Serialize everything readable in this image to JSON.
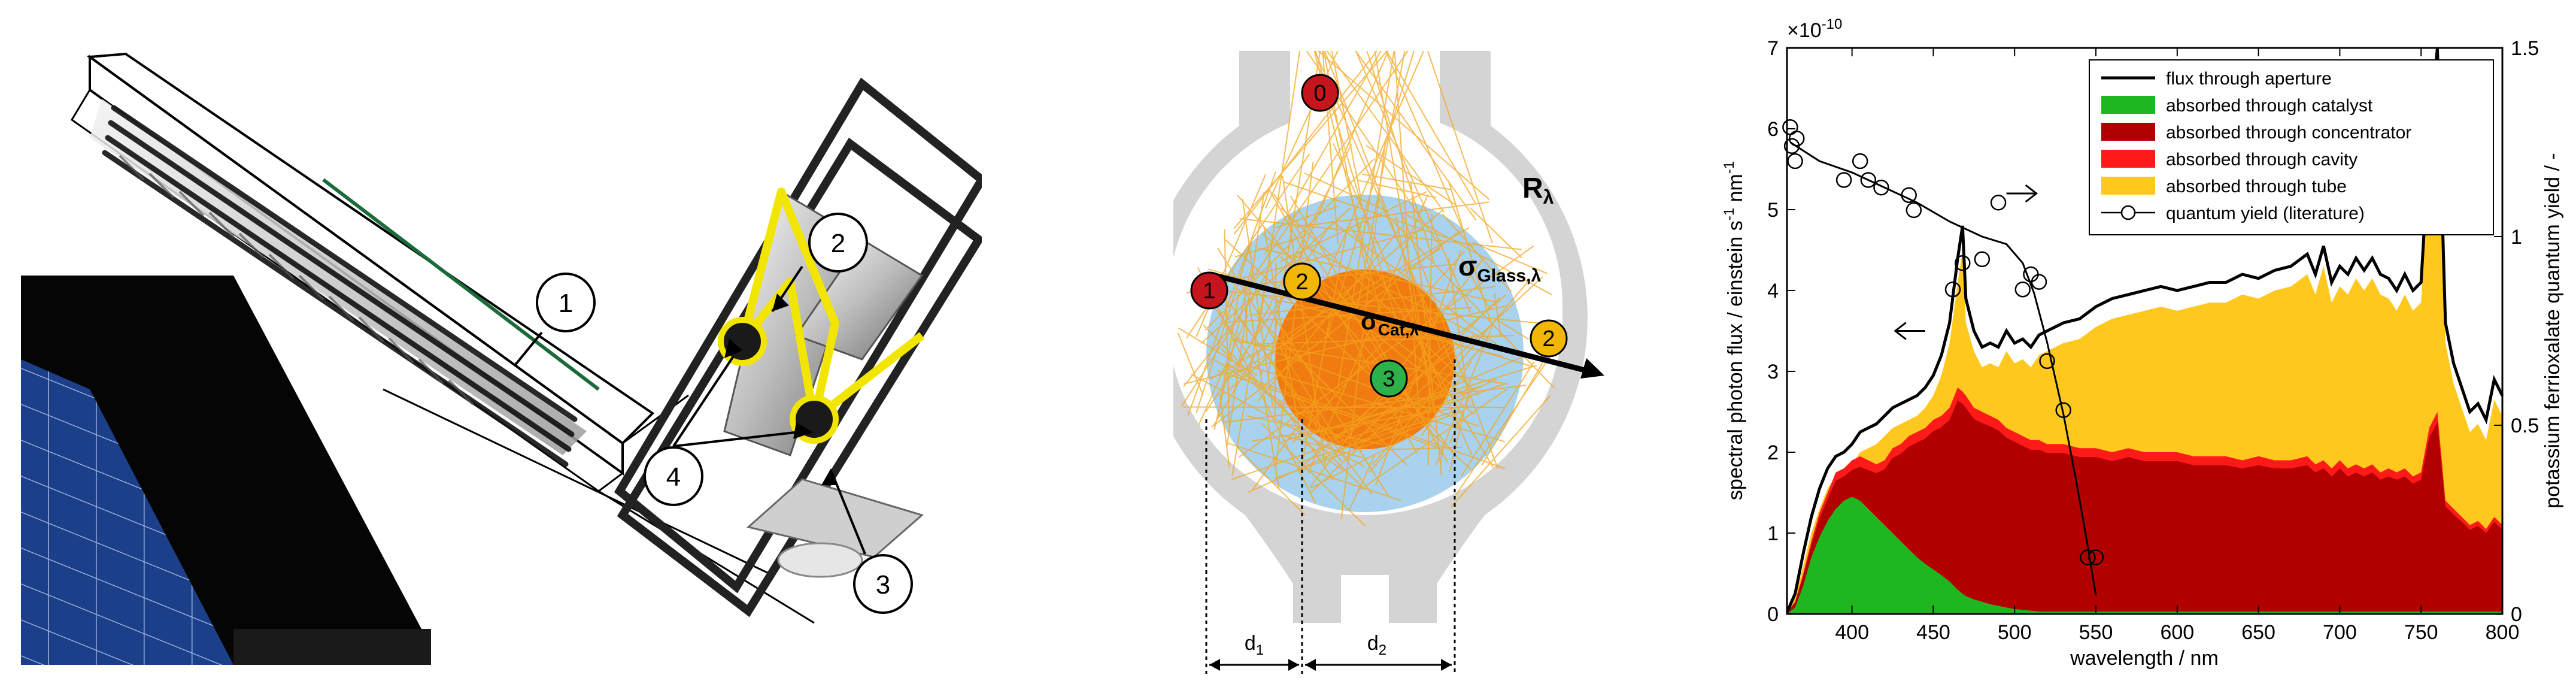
{
  "panel_a": {
    "callouts": [
      "1",
      "2",
      "3",
      "4"
    ]
  },
  "panel_b": {
    "markers": [
      {
        "label": "0",
        "color": "#c4161c"
      },
      {
        "label": "1",
        "color": "#c4161c"
      },
      {
        "label": "2",
        "color": "#f2b705"
      },
      {
        "label": "2",
        "color": "#f2b705"
      },
      {
        "label": "3",
        "color": "#2db24a"
      }
    ],
    "label_r": "R",
    "label_r_sub": "λ",
    "label_sigma_glass": "σ",
    "label_sigma_glass_sub": "Glass,λ",
    "label_sigma_cat": "σ",
    "label_sigma_cat_sub": "Cat,λ",
    "dim_1": "d",
    "dim_1_sub": "1",
    "dim_2": "d",
    "dim_2_sub": "2"
  },
  "chart_data": {
    "type": "area",
    "xlabel": "wavelength / nm",
    "ylabel_left": "spectral photon flux / einstein s",
    "ylabel_left_sup1": "-1",
    "ylabel_left_mid": " nm",
    "ylabel_left_sup2": "-1",
    "ylabel_right": "potassium ferrioxalate quantum yield / -",
    "scale_factor": "×10",
    "scale_exponent": "-10",
    "xlim": [
      360,
      800
    ],
    "ylim_left": [
      0,
      7
    ],
    "ylim_right": [
      0,
      1.5
    ],
    "x_ticks": [
      "400",
      "450",
      "500",
      "550",
      "600",
      "650",
      "700",
      "750",
      "800"
    ],
    "y_ticks_left": [
      "0",
      "1",
      "2",
      "3",
      "4",
      "5",
      "6",
      "7"
    ],
    "y_ticks_right": [
      "0",
      "0.5",
      "1",
      "1.5"
    ],
    "colors": {
      "catalyst": "#1fb71f",
      "concentrator": "#b20000",
      "cavity": "#ff1a1a",
      "tube": "#ffc81e",
      "flux": "#000000"
    },
    "legend": [
      {
        "label": "flux through aperture",
        "kind": "line",
        "color": "#000000"
      },
      {
        "label": "absorbed through catalyst",
        "kind": "patch",
        "color": "#1fb71f"
      },
      {
        "label": "absorbed through concentrator",
        "kind": "patch",
        "color": "#b20000"
      },
      {
        "label": "absorbed through cavity",
        "kind": "patch",
        "color": "#ff1a1a"
      },
      {
        "label": "absorbed through tube",
        "kind": "patch",
        "color": "#ffc81e"
      },
      {
        "label": "quantum yield (literature)",
        "kind": "marker-line",
        "color": "#000000"
      }
    ],
    "x": [
      360,
      365,
      370,
      375,
      380,
      385,
      390,
      395,
      400,
      405,
      410,
      415,
      420,
      425,
      430,
      435,
      440,
      445,
      450,
      455,
      460,
      465,
      468,
      470,
      475,
      480,
      485,
      490,
      495,
      500,
      505,
      510,
      515,
      520,
      530,
      540,
      550,
      560,
      570,
      580,
      590,
      600,
      610,
      620,
      630,
      640,
      650,
      660,
      670,
      680,
      685,
      690,
      695,
      700,
      705,
      710,
      715,
      720,
      725,
      730,
      735,
      740,
      745,
      750,
      755,
      760,
      765,
      770,
      775,
      780,
      785,
      790,
      795,
      800
    ],
    "flux": [
      0.02,
      0.25,
      0.75,
      1.2,
      1.55,
      1.8,
      1.95,
      2.0,
      2.1,
      2.25,
      2.3,
      2.35,
      2.45,
      2.55,
      2.6,
      2.65,
      2.7,
      2.8,
      2.95,
      3.2,
      3.6,
      4.4,
      4.8,
      3.9,
      3.5,
      3.3,
      3.35,
      3.3,
      3.5,
      3.35,
      3.4,
      3.3,
      3.45,
      3.5,
      3.6,
      3.65,
      3.8,
      3.9,
      3.95,
      4.0,
      4.05,
      4.0,
      4.05,
      4.1,
      4.1,
      4.2,
      4.15,
      4.25,
      4.3,
      4.45,
      4.2,
      4.55,
      4.1,
      4.3,
      4.2,
      4.4,
      4.25,
      4.4,
      4.2,
      4.15,
      4.0,
      4.2,
      4.0,
      4.1,
      5.8,
      7.0,
      3.6,
      3.1,
      2.8,
      2.5,
      2.6,
      2.4,
      2.9,
      2.7
    ],
    "tube_top": [
      0.02,
      0.2,
      0.6,
      1.0,
      1.3,
      1.55,
      1.7,
      1.75,
      1.85,
      2.0,
      2.05,
      2.1,
      2.2,
      2.3,
      2.35,
      2.4,
      2.45,
      2.55,
      2.7,
      2.95,
      3.35,
      4.1,
      4.5,
      3.6,
      3.25,
      3.05,
      3.1,
      3.05,
      3.25,
      3.1,
      3.15,
      3.05,
      3.2,
      3.25,
      3.35,
      3.4,
      3.55,
      3.65,
      3.7,
      3.75,
      3.8,
      3.75,
      3.8,
      3.85,
      3.85,
      3.95,
      3.9,
      4.0,
      4.05,
      4.2,
      3.95,
      4.3,
      3.85,
      4.05,
      3.95,
      4.15,
      4.0,
      4.15,
      3.95,
      3.9,
      3.75,
      3.95,
      3.75,
      3.85,
      5.5,
      6.8,
      3.35,
      2.85,
      2.55,
      2.25,
      2.35,
      2.15,
      2.65,
      2.45
    ],
    "cavity_top": [
      0.02,
      0.15,
      0.5,
      0.9,
      1.25,
      1.5,
      1.75,
      1.8,
      1.9,
      1.95,
      1.9,
      1.85,
      1.9,
      2.05,
      2.1,
      2.2,
      2.25,
      2.3,
      2.4,
      2.45,
      2.55,
      2.8,
      2.75,
      2.7,
      2.55,
      2.5,
      2.45,
      2.4,
      2.3,
      2.25,
      2.2,
      2.15,
      2.15,
      2.1,
      2.1,
      2.05,
      2.05,
      2.0,
      2.05,
      2.0,
      2.0,
      2.0,
      1.95,
      1.95,
      1.95,
      1.9,
      1.95,
      1.9,
      1.9,
      1.95,
      1.85,
      1.9,
      1.8,
      1.9,
      1.8,
      1.85,
      1.8,
      1.85,
      1.75,
      1.8,
      1.75,
      1.8,
      1.7,
      1.75,
      2.3,
      2.5,
      1.4,
      1.3,
      1.2,
      1.1,
      1.15,
      1.05,
      1.2,
      1.1
    ],
    "conc_top": [
      0.02,
      0.14,
      0.47,
      0.85,
      1.18,
      1.42,
      1.65,
      1.7,
      1.78,
      1.82,
      1.78,
      1.74,
      1.79,
      1.93,
      1.98,
      2.07,
      2.12,
      2.17,
      2.26,
      2.31,
      2.4,
      2.64,
      2.6,
      2.55,
      2.41,
      2.36,
      2.32,
      2.27,
      2.18,
      2.13,
      2.08,
      2.03,
      2.03,
      1.99,
      1.99,
      1.94,
      1.94,
      1.89,
      1.94,
      1.89,
      1.89,
      1.89,
      1.84,
      1.84,
      1.84,
      1.8,
      1.84,
      1.8,
      1.8,
      1.84,
      1.75,
      1.8,
      1.7,
      1.8,
      1.7,
      1.75,
      1.7,
      1.75,
      1.66,
      1.7,
      1.66,
      1.7,
      1.61,
      1.66,
      2.18,
      2.37,
      1.33,
      1.23,
      1.14,
      1.04,
      1.09,
      1.0,
      1.14,
      1.04
    ],
    "catalyst": [
      0.0,
      0.08,
      0.35,
      0.7,
      0.95,
      1.15,
      1.3,
      1.4,
      1.45,
      1.4,
      1.3,
      1.2,
      1.1,
      1.0,
      0.9,
      0.8,
      0.7,
      0.62,
      0.55,
      0.48,
      0.4,
      0.3,
      0.25,
      0.22,
      0.18,
      0.15,
      0.12,
      0.1,
      0.08,
      0.06,
      0.05,
      0.04,
      0.03,
      0.03,
      0.03,
      0.03,
      0.03,
      0.03,
      0.03,
      0.03,
      0.03,
      0.03,
      0.03,
      0.03,
      0.03,
      0.03,
      0.03,
      0.03,
      0.03,
      0.03,
      0.03,
      0.03,
      0.03,
      0.03,
      0.03,
      0.03,
      0.03,
      0.03,
      0.03,
      0.03,
      0.03,
      0.03,
      0.03,
      0.03,
      0.03,
      0.03,
      0.03,
      0.03,
      0.03,
      0.03,
      0.03,
      0.03,
      0.03,
      0.03
    ],
    "qy_points": [
      [
        362,
        1.29
      ],
      [
        363,
        1.24
      ],
      [
        365,
        1.2
      ],
      [
        366,
        1.26
      ],
      [
        395,
        1.15
      ],
      [
        405,
        1.2
      ],
      [
        410,
        1.15
      ],
      [
        418,
        1.13
      ],
      [
        435,
        1.11
      ],
      [
        438,
        1.07
      ],
      [
        462,
        0.86
      ],
      [
        468,
        0.93
      ],
      [
        480,
        0.94
      ],
      [
        490,
        1.09
      ],
      [
        505,
        0.86
      ],
      [
        510,
        0.9
      ],
      [
        515,
        0.88
      ],
      [
        520,
        0.67
      ],
      [
        530,
        0.54
      ],
      [
        545,
        0.15
      ],
      [
        550,
        0.15
      ]
    ],
    "qy_line": [
      [
        362,
        1.25
      ],
      [
        380,
        1.2
      ],
      [
        400,
        1.17
      ],
      [
        420,
        1.13
      ],
      [
        440,
        1.09
      ],
      [
        460,
        1.04
      ],
      [
        480,
        1.0
      ],
      [
        495,
        0.98
      ],
      [
        505,
        0.93
      ],
      [
        512,
        0.85
      ],
      [
        520,
        0.72
      ],
      [
        530,
        0.53
      ],
      [
        538,
        0.35
      ],
      [
        545,
        0.18
      ],
      [
        548,
        0.1
      ],
      [
        550,
        0.05
      ]
    ],
    "arrows": [
      {
        "x": 445,
        "y": 3.5,
        "dir": "left"
      },
      {
        "x": 495,
        "y": 5.2,
        "dir": "right"
      }
    ]
  }
}
